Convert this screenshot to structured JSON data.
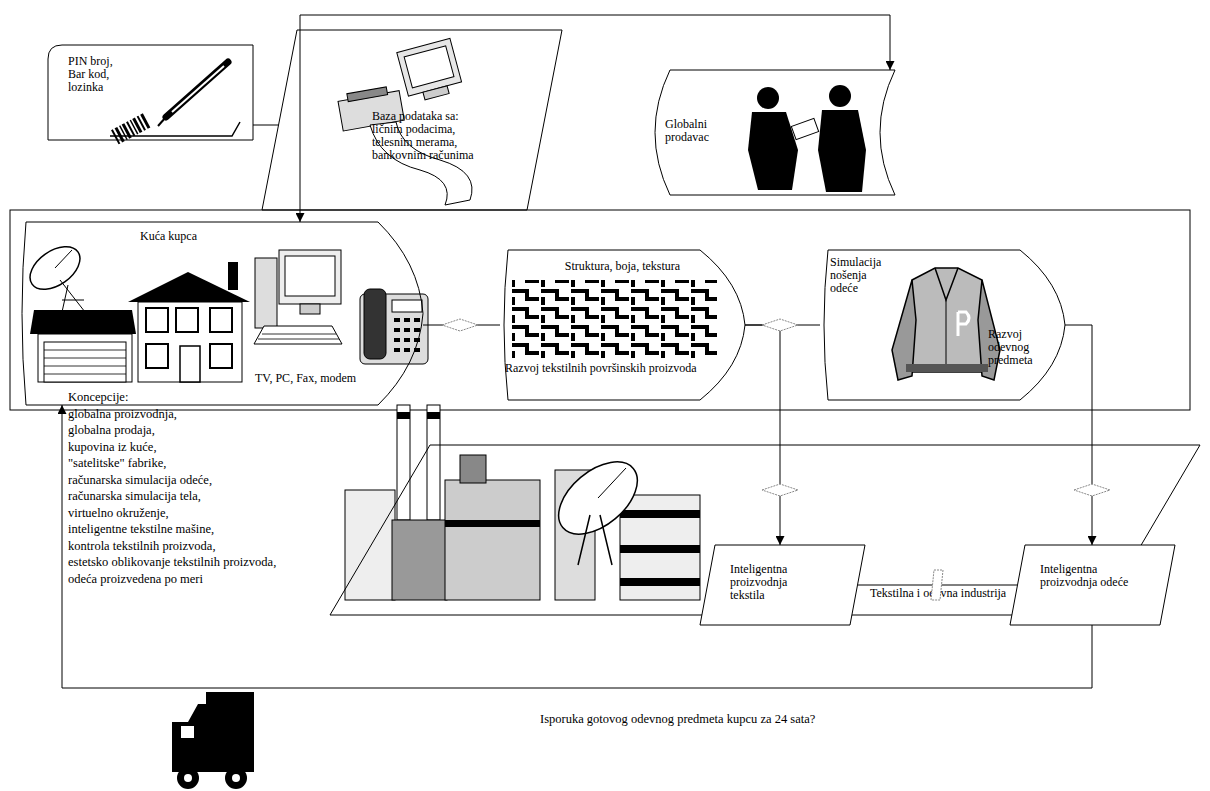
{
  "diagram": {
    "nodes": [
      {
        "text": [
          "PIN broj, Bar kod, lozinka"
        ]
      },
      {
        "text": [
          "Baza podataka sa: ličnim podacima, telesnim merama, bankovnim računima"
        ]
      },
      {
        "text": [
          "Globalni prodavac"
        ]
      },
      {
        "text": [
          "Kuća kupca",
          "TV, PC, Fax, modem"
        ]
      },
      {
        "text": [
          "Struktura, boja, tekstura",
          "Razvoj tekstilnih površinskih proizvoda"
        ]
      },
      {
        "text": [
          "Simulacija nošenja odeće",
          "Razvoj odevnog predmeta"
        ]
      },
      {
        "text": [
          "Tekstilna i odevna industrija"
        ]
      },
      {
        "text": [
          "Inteligentna proizvodnja tekstila"
        ],
        "in": 6
      },
      {
        "text": [
          "Inteligentna proizvodnja odeće"
        ],
        "in": 6
      }
    ],
    "edges": [
      {
        "from": 0,
        "to": 1,
        "arrow": "none"
      },
      {
        "from": 3,
        "to": 2,
        "arrow": "both"
      },
      {
        "from": 3,
        "to": 4,
        "arrow": "none"
      },
      {
        "from": 4,
        "to": 5,
        "arrow": "none"
      },
      {
        "from": 4,
        "to": 7,
        "arrow": "to"
      },
      {
        "from": 5,
        "to": 8,
        "arrow": "to"
      },
      {
        "from": 7,
        "to": 8,
        "arrow": "none"
      },
      {
        "from": 8,
        "to": 3,
        "arrow": "to",
        "label": "Isporuka gotovog odevnog predmeta kupcu za 24 sata?"
      }
    ],
    "labels": [
      "Koncepcije:",
      "globalna proizvodnja,",
      "globalna prodaja,",
      "kupovina iz kuće,",
      "\"satelitske\" fabrike,",
      "računarska simulacija odeće,",
      "računarska simulacija tela,",
      "virtuelno okruženje,",
      "inteligentne tekstilne mašine,",
      "kontrola tekstilnih proizvoda,",
      "estetsko oblikovanje tekstilnih proizvoda,",
      "odeća proizvedena po meri"
    ]
  }
}
